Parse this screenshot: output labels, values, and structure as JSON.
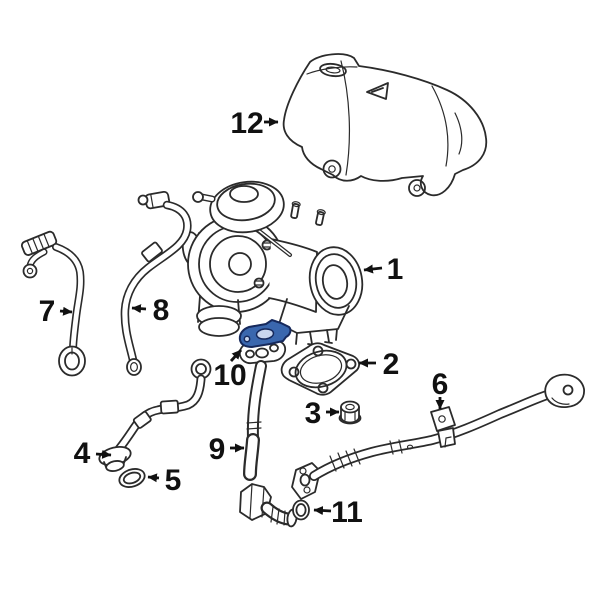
{
  "diagram": {
    "background": "#ffffff",
    "line_color": "#2b2b2b",
    "label_color": "#111111",
    "arrow_color": "#111111",
    "highlight": {
      "fill": "#3a67ae",
      "stroke": "#16295c",
      "hole_fill": "#c9d6ee"
    },
    "highlighted_callout": "10",
    "callouts": [
      {
        "label": "1"
      },
      {
        "label": "2"
      },
      {
        "label": "3"
      },
      {
        "label": "4"
      },
      {
        "label": "5"
      },
      {
        "label": "6"
      },
      {
        "label": "7"
      },
      {
        "label": "8"
      },
      {
        "label": "9"
      },
      {
        "label": "10"
      },
      {
        "label": "11"
      },
      {
        "label": "12"
      }
    ]
  }
}
